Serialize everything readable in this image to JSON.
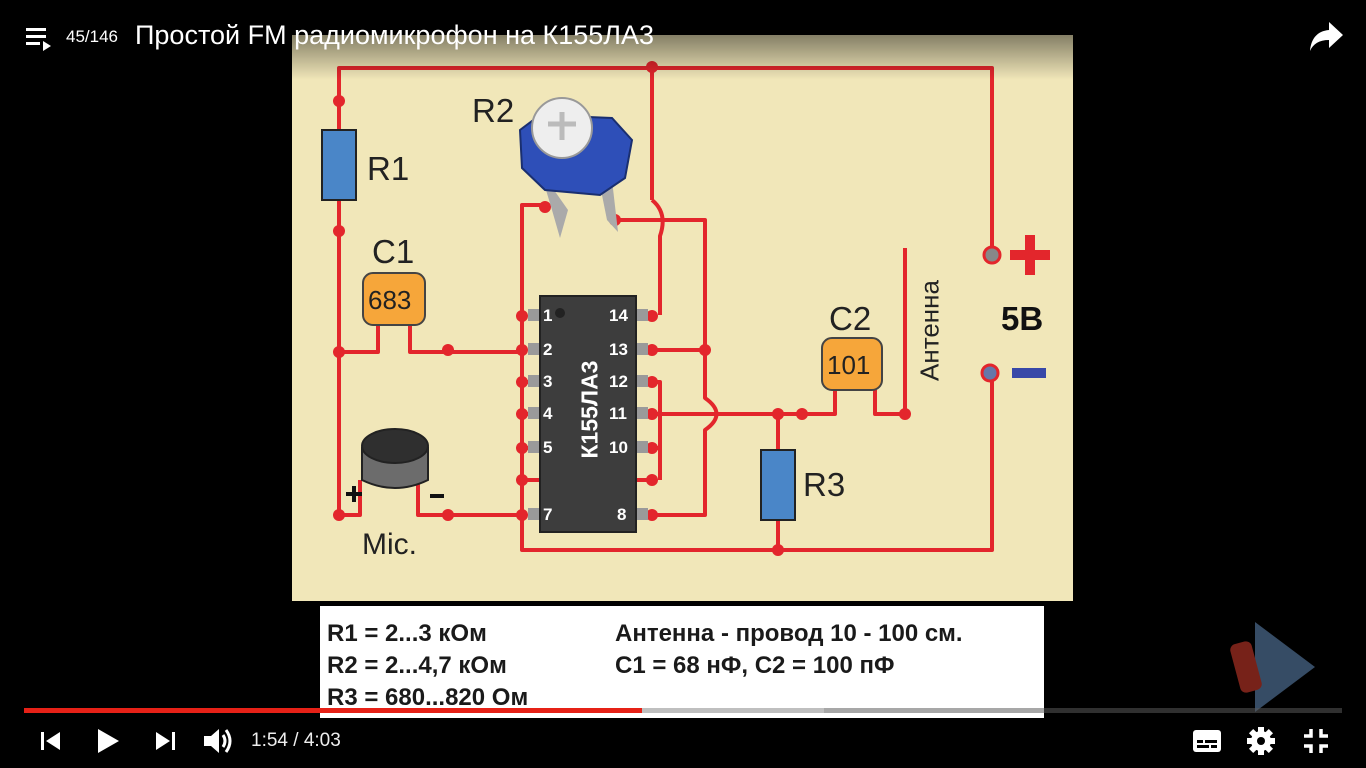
{
  "header": {
    "playlist_counter": "45/146",
    "title": "Простой FM радиомикрофон на К155ЛА3"
  },
  "schematic": {
    "labels": {
      "r1": "R1",
      "r2": "R2",
      "r3": "R3",
      "c1": "C1",
      "c2": "C2",
      "c1_value": "683",
      "c2_value": "101",
      "chip": "К155ЛА3",
      "antenna": "Антенна",
      "mic": "Mic.",
      "voltage": "5В"
    },
    "pins_left": [
      "1",
      "2",
      "3",
      "4",
      "5",
      "7"
    ],
    "pins_right": [
      "14",
      "13",
      "12",
      "11",
      "10",
      "8"
    ]
  },
  "specs": {
    "r1": "R1 = 2...3 кОм",
    "r2": "R2 = 2...4,7 кОм",
    "r3": "R3 = 680...820 Ом",
    "antenna": "Антенна - провод 10 - 100 см.",
    "caps": "С1 = 68 нФ,  С2 = 100 пФ"
  },
  "player": {
    "current_time": "1:54",
    "duration": "4:03",
    "time_display": "1:54 / 4:03",
    "played_fraction": 0.469,
    "buffered_fraction": 0.607
  },
  "colors": {
    "accent": "#e62117",
    "wire": "#e3262c",
    "board": "#f1e7b9"
  },
  "icons": [
    "playlist-icon",
    "share-icon",
    "previous-icon",
    "play-icon",
    "next-icon",
    "volume-icon",
    "subtitles-icon",
    "settings-icon",
    "exit-fullscreen-icon"
  ]
}
